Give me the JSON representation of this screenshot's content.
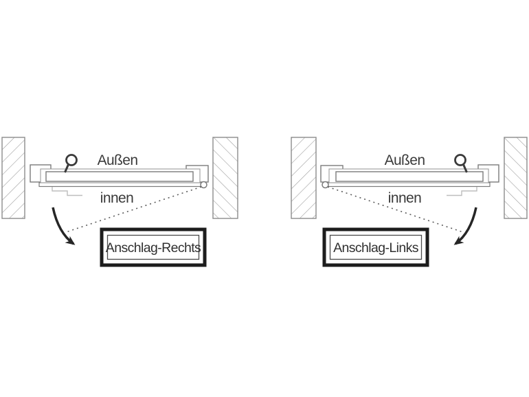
{
  "image_title": "Door hinge orientation diagram",
  "colors": {
    "background": "#ffffff",
    "wall_hatch": "#9e9e9e",
    "wall_border": "#8c8c8c",
    "door_line": "#7a7a7a",
    "detail_light": "#bdbdbd",
    "knob_dark": "#3a3a3a",
    "arrow_dark": "#262626",
    "dotted_line": "#5a5a5a",
    "box_border": "#1d1d1d",
    "text": "#3a3a3a"
  },
  "diagrams": [
    {
      "aussen_label": "Außen",
      "innen_label": "innen",
      "box_label": "Anschlag-Rechts",
      "hinge_side": "right",
      "handle_side": "left"
    },
    {
      "aussen_label": "Außen",
      "innen_label": "innen",
      "box_label": "Anschlag-Links",
      "hinge_side": "left",
      "handle_side": "right"
    }
  ]
}
